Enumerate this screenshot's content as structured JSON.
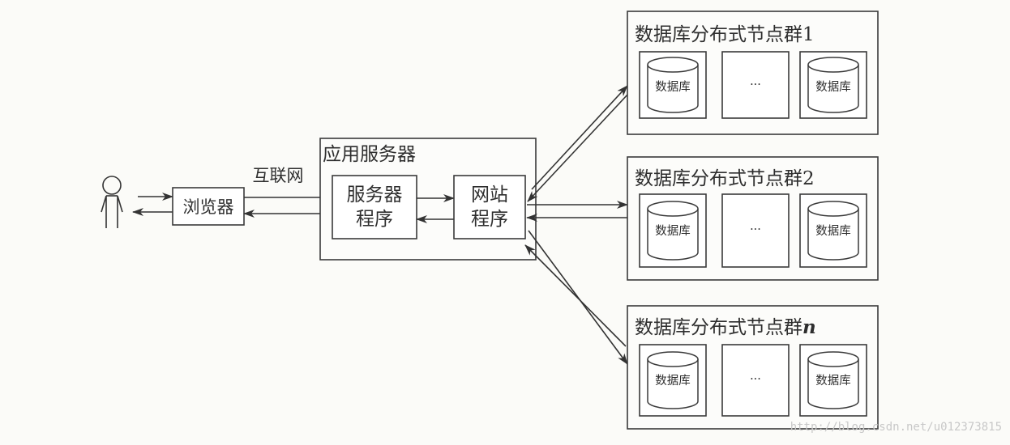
{
  "labels": {
    "internet": "互联网",
    "browser": "浏览器",
    "app_server": "应用服务器",
    "server_program_l1": "服务器",
    "server_program_l2": "程序",
    "website_program_l1": "网站",
    "website_program_l2": "程序"
  },
  "clusters": [
    {
      "title": "数据库分布式节点群1",
      "db_left": "数据库",
      "ellipsis": "···",
      "db_right": "数据库"
    },
    {
      "title": "数据库分布式节点群2",
      "db_left": "数据库",
      "ellipsis": "···",
      "db_right": "数据库"
    },
    {
      "title": "数据库分布式节点群",
      "title_suffix": "n",
      "db_left": "数据库",
      "ellipsis": "···",
      "db_right": "数据库"
    }
  ],
  "watermark": "http://blog.csdn.net/u012373815"
}
